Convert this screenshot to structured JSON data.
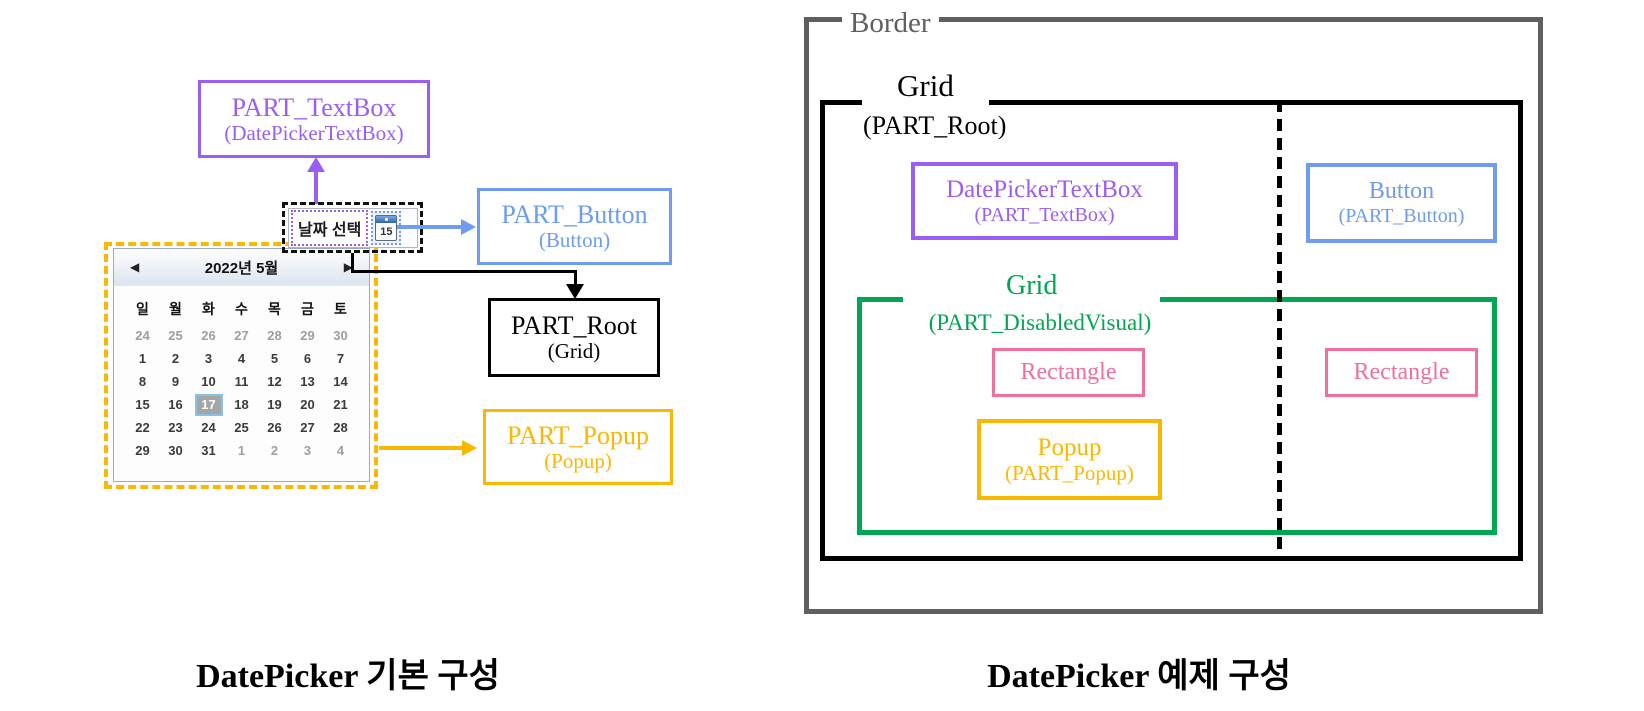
{
  "colors": {
    "purple": "#9a5ff2",
    "blue": "#6d9cf0",
    "amber": "#fbb802",
    "green": "#00a651",
    "pink": "#f0709e",
    "gray": "#5f5f5f",
    "black": "#000000",
    "day": "#3b3b3b",
    "muted": "#9aa0a6",
    "selbg": "#a6a6a6",
    "selbr": "#85c3ea"
  },
  "left_diagram": {
    "caption": "DatePicker 기본 구성",
    "boxes": {
      "textbox": {
        "title": "PART_TextBox",
        "subtitle": "(DatePickerTextBox)"
      },
      "button": {
        "title": "PART_Button",
        "subtitle": "(Button)"
      },
      "root": {
        "title": "PART_Root",
        "subtitle": "(Grid)"
      },
      "popup": {
        "title": "PART_Popup",
        "subtitle": "(Popup)"
      }
    },
    "datepicker": {
      "placeholder": "날짜 선택",
      "button_day": "15"
    },
    "calendar": {
      "title": "2022년 5월",
      "prev_icon": "◀",
      "next_icon": "▶",
      "day_headers": [
        "일",
        "월",
        "화",
        "수",
        "목",
        "금",
        "토"
      ],
      "cells": [
        {
          "t": "24",
          "m": 1
        },
        {
          "t": "25",
          "m": 1
        },
        {
          "t": "26",
          "m": 1
        },
        {
          "t": "27",
          "m": 1
        },
        {
          "t": "28",
          "m": 1
        },
        {
          "t": "29",
          "m": 1
        },
        {
          "t": "30",
          "m": 1
        },
        {
          "t": "1"
        },
        {
          "t": "2"
        },
        {
          "t": "3"
        },
        {
          "t": "4"
        },
        {
          "t": "5"
        },
        {
          "t": "6"
        },
        {
          "t": "7"
        },
        {
          "t": "8"
        },
        {
          "t": "9"
        },
        {
          "t": "10"
        },
        {
          "t": "11"
        },
        {
          "t": "12"
        },
        {
          "t": "13"
        },
        {
          "t": "14"
        },
        {
          "t": "15"
        },
        {
          "t": "16"
        },
        {
          "t": "17",
          "s": 1
        },
        {
          "t": "18"
        },
        {
          "t": "19"
        },
        {
          "t": "20"
        },
        {
          "t": "21"
        },
        {
          "t": "22"
        },
        {
          "t": "23"
        },
        {
          "t": "24"
        },
        {
          "t": "25"
        },
        {
          "t": "26"
        },
        {
          "t": "27"
        },
        {
          "t": "28"
        },
        {
          "t": "29"
        },
        {
          "t": "30"
        },
        {
          "t": "31"
        },
        {
          "t": "1",
          "m": 1
        },
        {
          "t": "2",
          "m": 1
        },
        {
          "t": "3",
          "m": 1
        },
        {
          "t": "4",
          "m": 1
        }
      ]
    }
  },
  "right_diagram": {
    "caption": "DatePicker 예제 구성",
    "border_label": "Border",
    "grid_root": {
      "title": "Grid",
      "subtitle": "(PART_Root)"
    },
    "textbox": {
      "title": "DatePickerTextBox",
      "subtitle": "(PART_TextBox)"
    },
    "button": {
      "title": "Button",
      "subtitle": "(PART_Button)"
    },
    "disabled_visual": {
      "title": "Grid",
      "subtitle": "(PART_DisabledVisual)"
    },
    "rectangle_left": "Rectangle",
    "rectangle_right": "Rectangle",
    "popup": {
      "title": "Popup",
      "subtitle": "(PART_Popup)"
    }
  }
}
